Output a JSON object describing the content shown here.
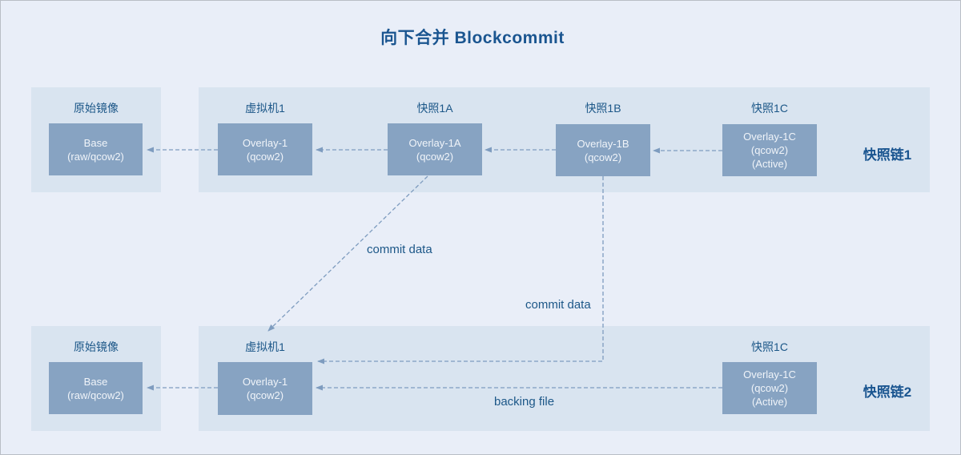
{
  "title": "向下合并 Blockcommit",
  "colors": {
    "background": "#e9eef8",
    "panel": "#d9e4f0",
    "box_fill": "#87a3c2",
    "box_text": "#f0f4f9",
    "label_text": "#1c5788",
    "title_text": "#1a5590",
    "arrow": "#7e9cbf"
  },
  "chain1": {
    "source": {
      "label": "原始镜像",
      "lines": [
        "Base",
        "(raw/qcow2)"
      ]
    },
    "nodes": [
      {
        "label": "虚拟机1",
        "lines": [
          "Overlay-1",
          "(qcow2)"
        ]
      },
      {
        "label": "快照1A",
        "lines": [
          "Overlay-1A",
          "(qcow2)"
        ]
      },
      {
        "label": "快照1B",
        "lines": [
          "Overlay-1B",
          "(qcow2)"
        ]
      },
      {
        "label": "快照1C",
        "lines": [
          "Overlay-1C",
          "(qcow2)",
          "(Active)"
        ]
      }
    ],
    "chain_label": "快照链1"
  },
  "chain2": {
    "source": {
      "label": "原始镜像",
      "lines": [
        "Base",
        "(raw/qcow2)"
      ]
    },
    "nodes": [
      {
        "label": "虚拟机1",
        "lines": [
          "Overlay-1",
          "(qcow2)"
        ]
      },
      {
        "label": "快照1C",
        "lines": [
          "Overlay-1C",
          "(qcow2)",
          "(Active)"
        ]
      }
    ],
    "chain_label": "快照链2"
  },
  "annotations": {
    "commit_data_1": "commit data",
    "commit_data_2": "commit data",
    "backing_file": "backing file"
  }
}
